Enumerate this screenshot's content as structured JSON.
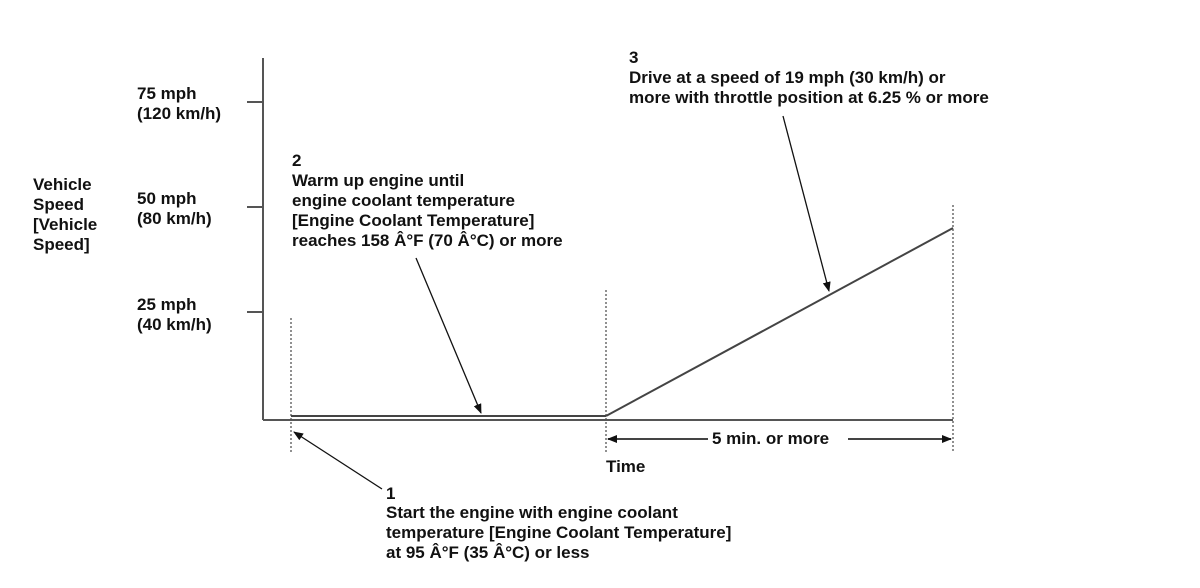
{
  "y_axis": {
    "title_lines": [
      "Vehicle",
      "Speed",
      "[Vehicle",
      "Speed]"
    ],
    "ticks": [
      {
        "lines": [
          "75 mph",
          "(120 km/h)"
        ]
      },
      {
        "lines": [
          "50 mph",
          "(80 km/h)"
        ]
      },
      {
        "lines": [
          "25 mph",
          "(40 km/h)"
        ]
      }
    ]
  },
  "x_axis": {
    "label": "Time"
  },
  "duration_label": "5 min. or more",
  "steps": [
    {
      "number": "1",
      "lines": [
        "Start the engine with engine coolant",
        "temperature [Engine Coolant Temperature]",
        "at 95 Â°F (35 Â°C) or less"
      ]
    },
    {
      "number": "2",
      "lines": [
        "Warm up engine until",
        "engine coolant temperature",
        "[Engine Coolant Temperature]",
        "reaches 158 Â°F (70 Â°C) or more"
      ]
    },
    {
      "number": "3",
      "lines": [
        "Drive at a speed of 19 mph (30 km/h) or",
        "more with throttle position at 6.25 % or more"
      ]
    }
  ],
  "colors": {
    "line": "#444444",
    "text": "#111111"
  }
}
